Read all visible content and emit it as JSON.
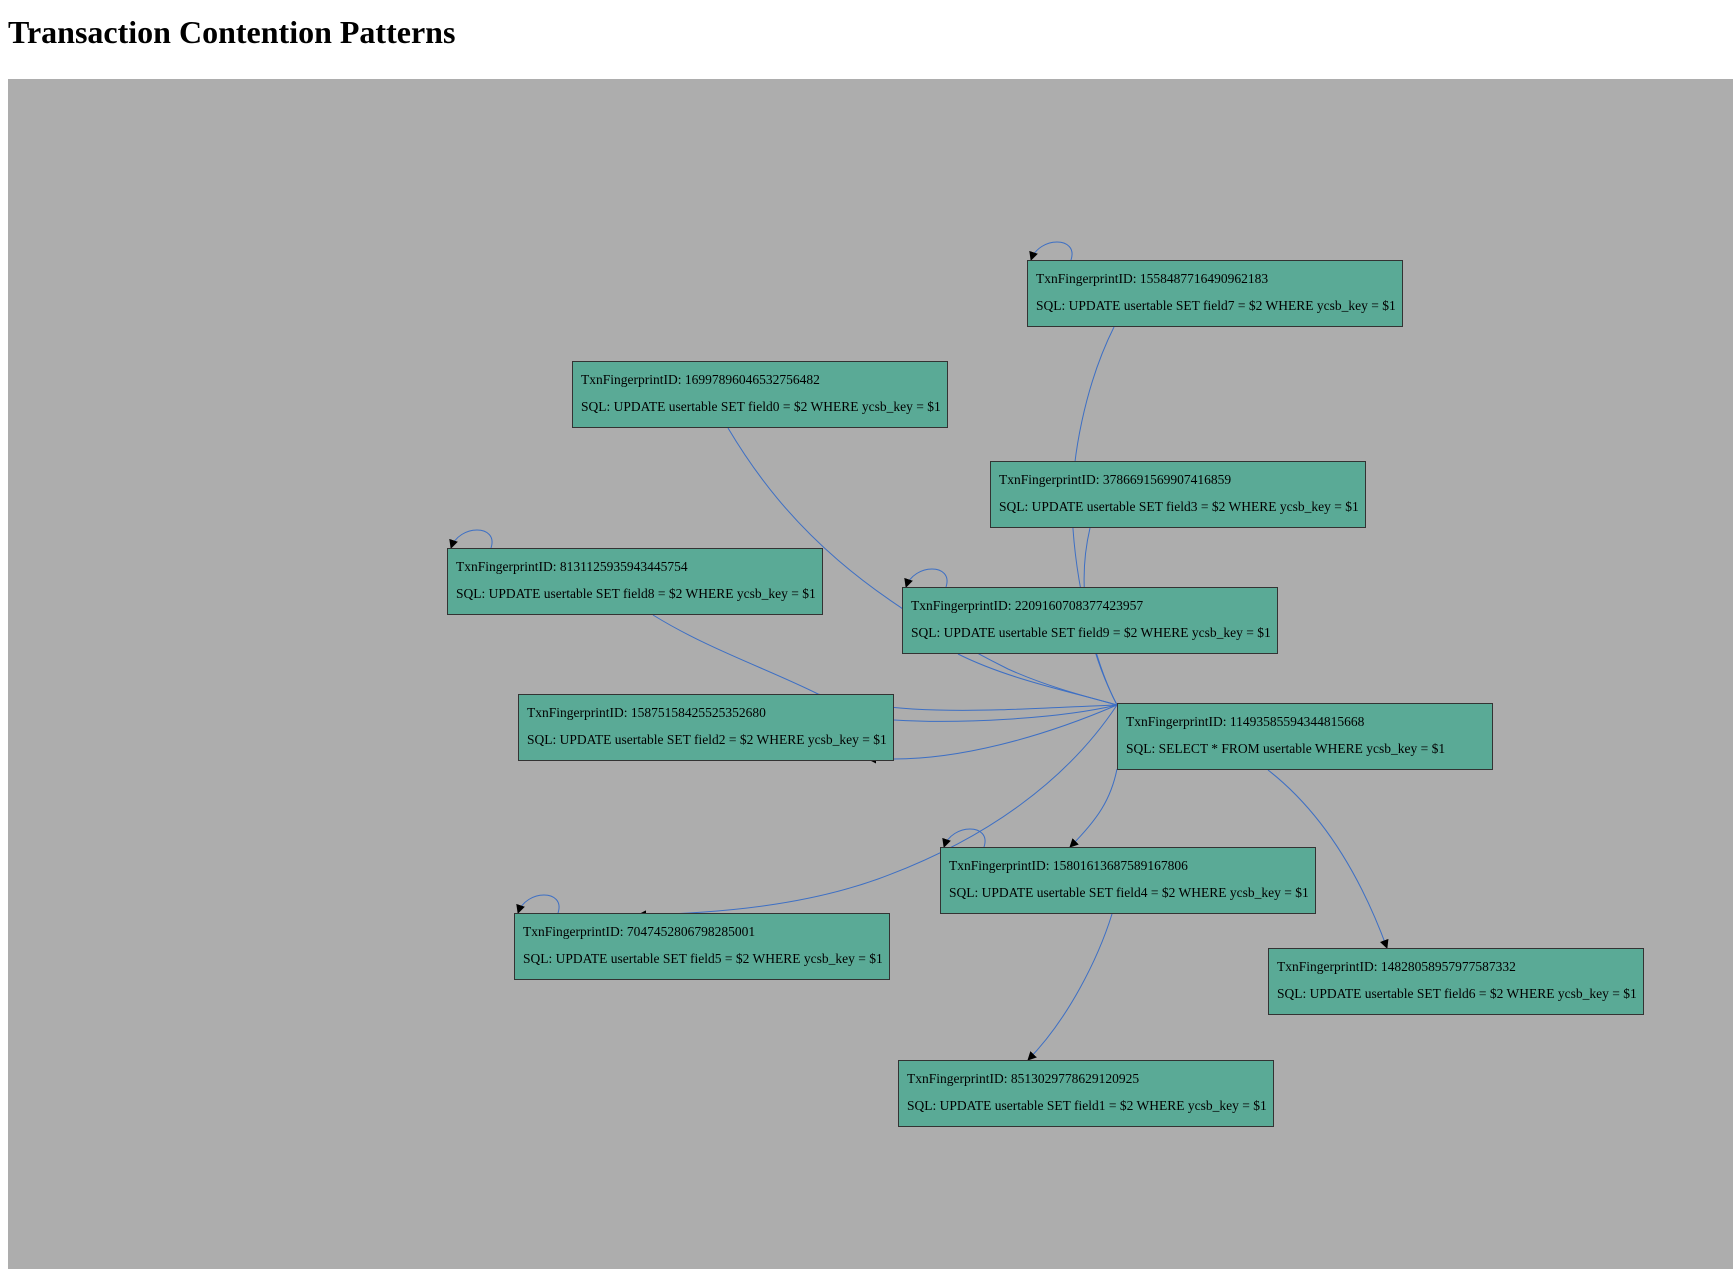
{
  "page": {
    "title": "Transaction Contention Patterns"
  },
  "colors": {
    "canvas": "#adadad",
    "node_fill": "#5aaa96",
    "node_border": "#333333",
    "edge": "#3d6fc4",
    "arrowhead": "#000000"
  },
  "graph": {
    "nodes": [
      {
        "id": "n7",
        "fingerprint": "TxnFingerprintID: 15584877164909621 83",
        "sql": "SQL: UPDATE usertable SET field7 = $2 WHERE ycsb_key = $1"
      },
      {
        "id": "n0",
        "fingerprint": "TxnFingerprintID: 16997896046532756482",
        "sql": "SQL: UPDATE usertable SET field0 = $2 WHERE ycsb_key = $1"
      },
      {
        "id": "n3",
        "fingerprint": "TxnFingerprintID: 3786691569907416859",
        "sql": "SQL: UPDATE usertable SET field3 = $2 WHERE ycsb_key = $1"
      },
      {
        "id": "n8",
        "fingerprint": "TxnFingerprintID: 8131125935943445754",
        "sql": "SQL: UPDATE usertable SET field8 = $2 WHERE ycsb_key = $1"
      },
      {
        "id": "n9",
        "fingerprint": "TxnFingerprintID: 2209160708377423957",
        "sql": "SQL: UPDATE usertable SET field9 = $2 WHERE ycsb_key = $1"
      },
      {
        "id": "n2",
        "fingerprint": "TxnFingerprintID: 15875158425525352680",
        "sql": "SQL: UPDATE usertable SET field2 = $2 WHERE ycsb_key = $1"
      },
      {
        "id": "ns",
        "fingerprint": "TxnFingerprintID: 11493585594344815668",
        "sql": "SQL: SELECT * FROM usertable WHERE ycsb_key = $1"
      },
      {
        "id": "n4",
        "fingerprint": "TxnFingerprintID: 15801613687589167806",
        "sql": "SQL: UPDATE usertable SET field4 = $2 WHERE ycsb_key = $1"
      },
      {
        "id": "n5",
        "fingerprint": "TxnFingerprintID: 7047452806798285001",
        "sql": "SQL: UPDATE usertable SET field5 = $2 WHERE ycsb_key = $1"
      },
      {
        "id": "n6",
        "fingerprint": "TxnFingerprintID: 14828058957977587332",
        "sql": "SQL: UPDATE usertable SET field6 = $2 WHERE ycsb_key = $1"
      },
      {
        "id": "n1",
        "fingerprint": "TxnFingerprintID: 8513029778629120925",
        "sql": "SQL: UPDATE usertable SET field1 = $2 WHERE ycsb_key = $1"
      }
    ],
    "edges": [
      {
        "from": "n7",
        "to": "n7"
      },
      {
        "from": "n8",
        "to": "n8"
      },
      {
        "from": "n9",
        "to": "n9"
      },
      {
        "from": "n4",
        "to": "n4"
      },
      {
        "from": "n5",
        "to": "n5"
      },
      {
        "from": "n7",
        "to": "ns"
      },
      {
        "from": "n3",
        "to": "ns"
      },
      {
        "from": "n0",
        "to": "ns"
      },
      {
        "from": "n8",
        "to": "ns"
      },
      {
        "from": "n9",
        "to": "ns"
      },
      {
        "from": "n2",
        "to": "ns"
      },
      {
        "from": "ns",
        "to": "n2"
      },
      {
        "from": "ns",
        "to": "n4"
      },
      {
        "from": "ns",
        "to": "n5"
      },
      {
        "from": "ns",
        "to": "n6"
      },
      {
        "from": "n4",
        "to": "n1"
      }
    ]
  }
}
